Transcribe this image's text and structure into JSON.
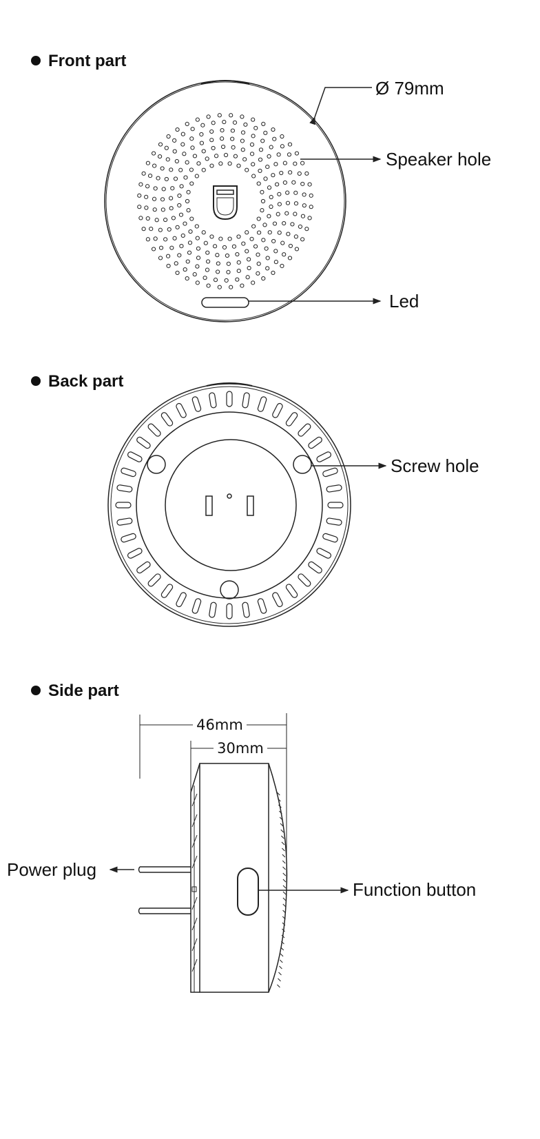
{
  "sections": {
    "front": {
      "title": "Front part",
      "diameter": "Ø 79mm",
      "speaker": "Speaker hole",
      "led": "Led"
    },
    "back": {
      "title": "Back part",
      "screw": "Screw hole"
    },
    "side": {
      "title": "Side part",
      "depth_total": "46mm",
      "depth_body": "30mm",
      "plug": "Power plug",
      "button": "Function button"
    }
  },
  "colors": {
    "line": "#222222",
    "background": "#ffffff"
  }
}
